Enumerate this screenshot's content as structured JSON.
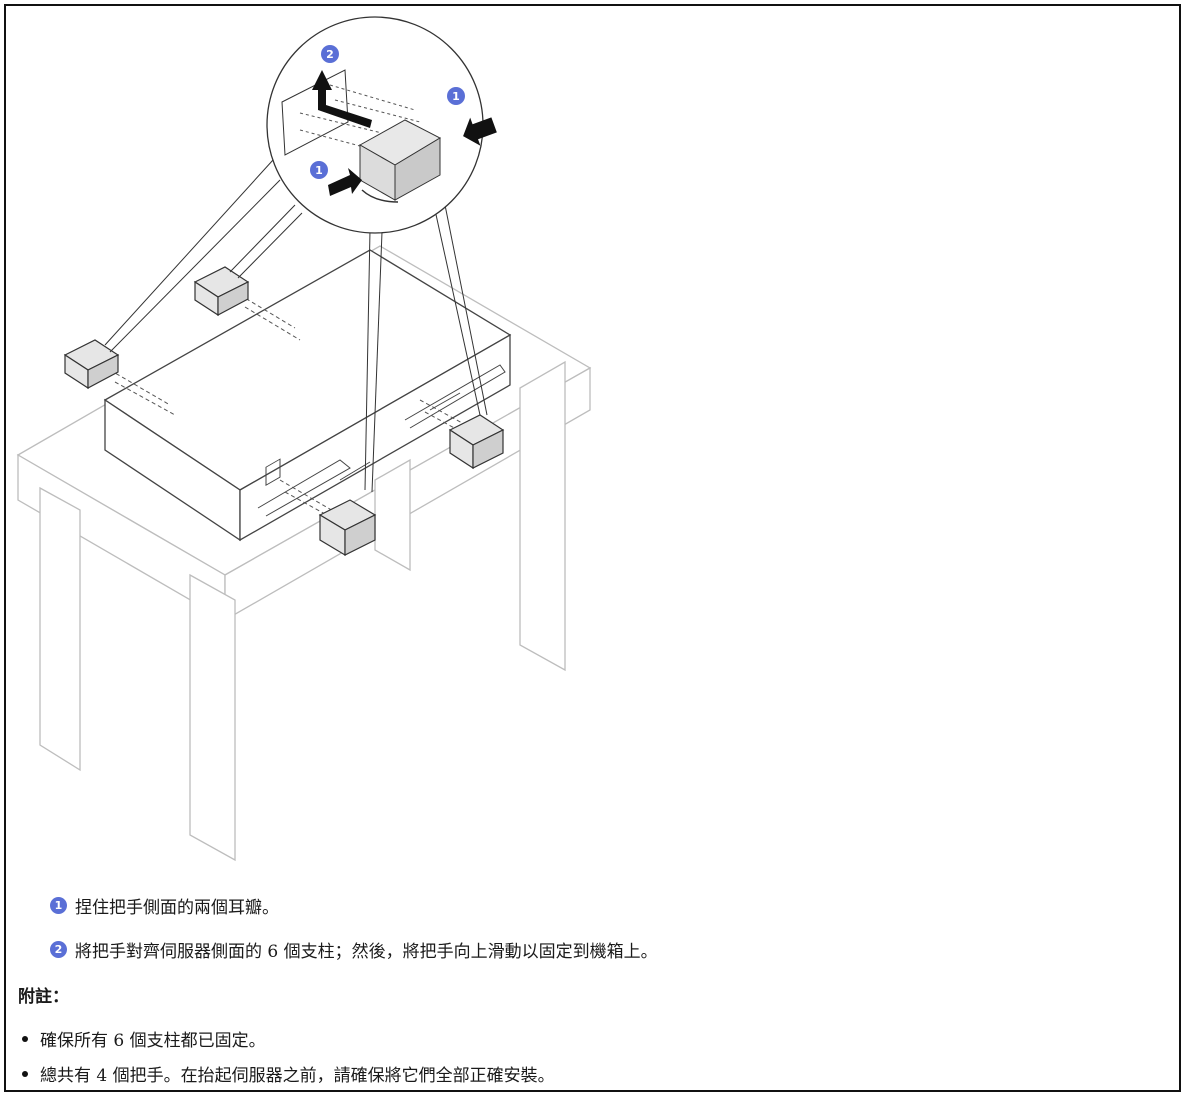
{
  "steps": [
    {
      "num": "1",
      "text": "捏住把手側面的兩個耳瓣。"
    },
    {
      "num": "2",
      "text": "將把手對齊伺服器側面的 6 個支柱；然後，將把手向上滑動以固定到機箱上。"
    }
  ],
  "callouts": {
    "c1a": "1",
    "c1b": "1",
    "c2": "2"
  },
  "note": {
    "heading": "附註：",
    "items": [
      "確保所有 6 個支柱都已固定。",
      "總共有 4 個把手。在抬起伺服器之前，請確保將它們全部正確安裝。"
    ]
  },
  "colors": {
    "badge": "#5a6fd6",
    "line": "#555555",
    "table": "#b8b8b8",
    "arrow": "#111111"
  }
}
